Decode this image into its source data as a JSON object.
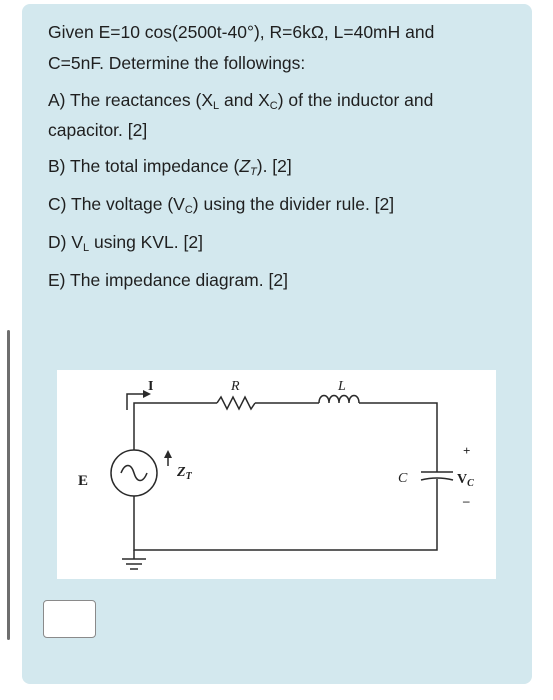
{
  "question": {
    "intro_line1": "Given E=10 cos(2500t-40°), R=6kΩ, L=40mH and",
    "intro_line2": "C=5nF. Determine the followings:",
    "a_line1_pre": "A) The reactances  (X",
    "a_sub_l": "L",
    "a_mid": " and X",
    "a_sub_c": "C",
    "a_line1_post": ") of the inductor and",
    "a_line2": "capacitor. [2]",
    "b_pre": "B) The total impedance (",
    "b_z": "Z",
    "b_sub": "T",
    "b_post": "). [2]",
    "c_pre": "C) The voltage (V",
    "c_sub": "C",
    "c_post": ") using the divider rule. [2]",
    "d_pre": "D) V",
    "d_sub": "L",
    "d_post": " using KVL. [2]",
    "e_text": "E) The impedance diagram. [2]"
  },
  "circuit": {
    "label_E": "E",
    "label_I": "I",
    "label_R": "R",
    "label_L": "L",
    "label_C": "C",
    "label_ZT_main": "Z",
    "label_ZT_sub": "T",
    "label_plus": "+",
    "label_minus": "–",
    "label_VC_main": "V",
    "label_VC_sub": "C"
  }
}
